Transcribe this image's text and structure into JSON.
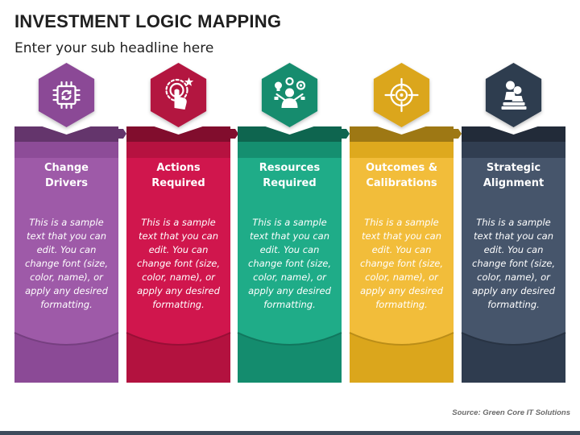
{
  "title": "INVESTMENT LOGIC MAPPING",
  "subtitle": "Enter your sub headline here",
  "source": "Source: Green Core IT Solutions",
  "columns": [
    {
      "title_line1": "Change",
      "title_line2": "Drivers",
      "icon": "chip-refresh-icon",
      "color": "#8b4a96",
      "color_light": "#9e5aa8",
      "body": [
        "This is a sample",
        "text that you can",
        "edit. You can",
        "change font (size,",
        "color, name), or",
        "apply any desired",
        "formatting."
      ]
    },
    {
      "title_line1": "Actions",
      "title_line2": "Required",
      "icon": "touch-star-icon",
      "color": "#b3123f",
      "color_light": "#d0164d",
      "body": [
        "This is a sample",
        "text that you can",
        "edit. You can",
        "change font (size,",
        "color, name), or",
        "apply any desired",
        "formatting."
      ]
    },
    {
      "title_line1": "Resources",
      "title_line2": "Required",
      "icon": "person-ideas-icon",
      "color": "#148c6e",
      "color_light": "#1fac88",
      "body": [
        "This is a sample",
        "text that you can",
        "edit. You can",
        "change font (size,",
        "color, name), or",
        "apply any desired",
        "formatting."
      ]
    },
    {
      "title_line1": "Outcomes &",
      "title_line2": "Calibrations",
      "icon": "target-icon",
      "color": "#dba61c",
      "color_light": "#f2bd3a",
      "body": [
        "This is a sample",
        "text that you can",
        "edit. You can",
        "change font (size,",
        "color, name), or",
        "apply any desired",
        "formatting."
      ]
    },
    {
      "title_line1": "Strategic",
      "title_line2": "Alignment",
      "icon": "chess-pawn-icon",
      "color": "#2f3c4f",
      "color_light": "#46556b",
      "body": [
        "This is a sample",
        "text that you can",
        "edit. You can",
        "change font (size,",
        "color, name), or",
        "apply any desired",
        "formatting."
      ]
    }
  ]
}
